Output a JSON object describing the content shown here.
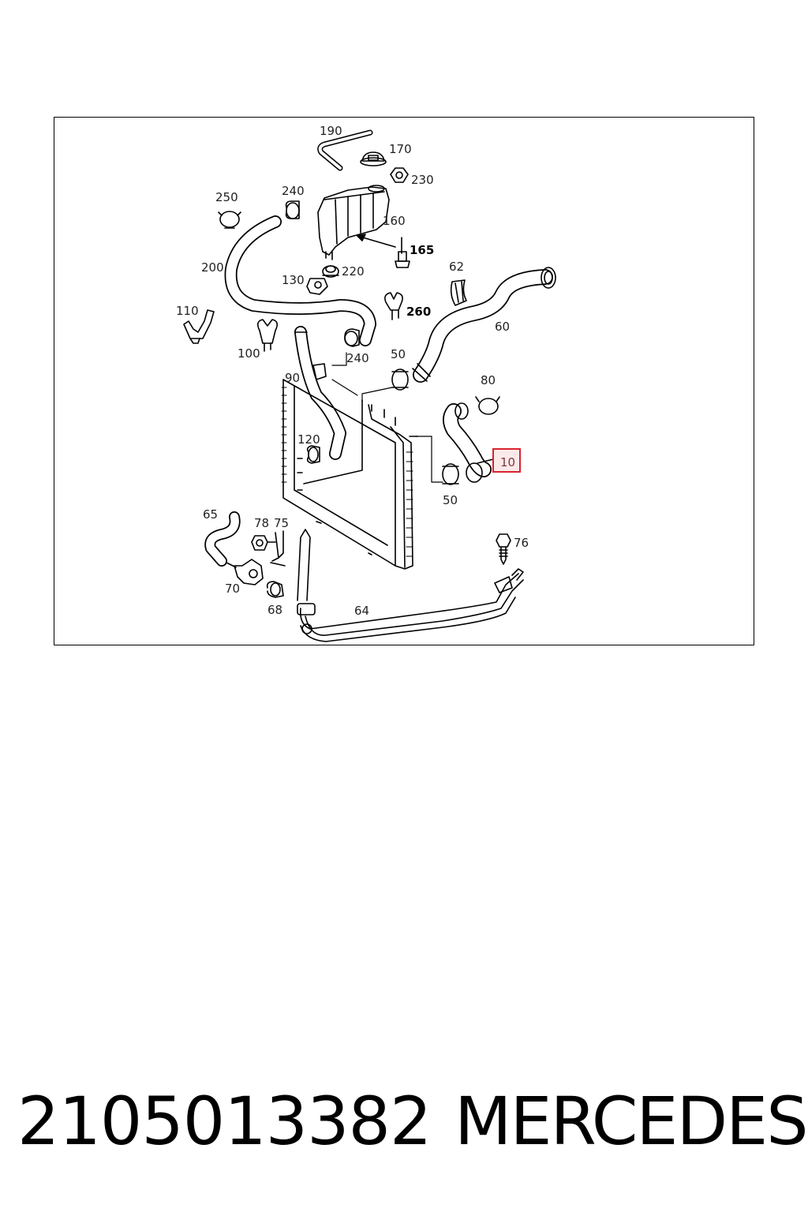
{
  "callouts": {
    "c190": "190",
    "c170": "170",
    "c230": "230",
    "c250": "250",
    "c240a": "240",
    "c160": "160",
    "c165": "165",
    "c200": "200",
    "c130": "130",
    "c220": "220",
    "c62": "62",
    "c110": "110",
    "c260": "260",
    "c60": "60",
    "c100": "100",
    "c240b": "240",
    "c50a": "50",
    "c90": "90",
    "c80": "80",
    "c120": "120",
    "c10": "10",
    "c50b": "50",
    "c65": "65",
    "c78": "78",
    "c75": "75",
    "c76": "76",
    "c70": "70",
    "c68": "68",
    "c64": "64"
  },
  "highlight_color": "#d9232e",
  "footer": {
    "part_number": "2105013382",
    "brand": "MERCEDES"
  }
}
